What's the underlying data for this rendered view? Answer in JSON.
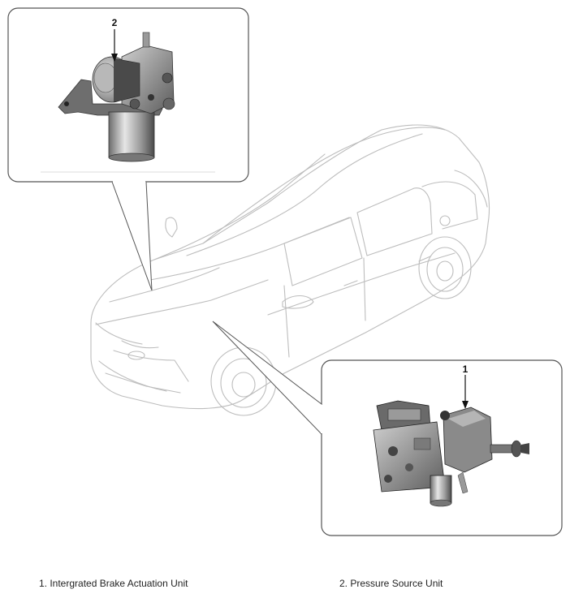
{
  "diagram": {
    "callout_top": {
      "number": "2"
    },
    "callout_bottom": {
      "number": "1"
    }
  },
  "legend": [
    {
      "text": "1. Intergrated Brake Actuation Unit"
    },
    {
      "text": "2. Pressure Source Unit"
    }
  ],
  "colors": {
    "line": "#bdbdbd",
    "box_border": "#555555",
    "part_dark": "#3a3a3a",
    "part_mid": "#8a8a8a",
    "part_light": "#d6d6d6"
  }
}
